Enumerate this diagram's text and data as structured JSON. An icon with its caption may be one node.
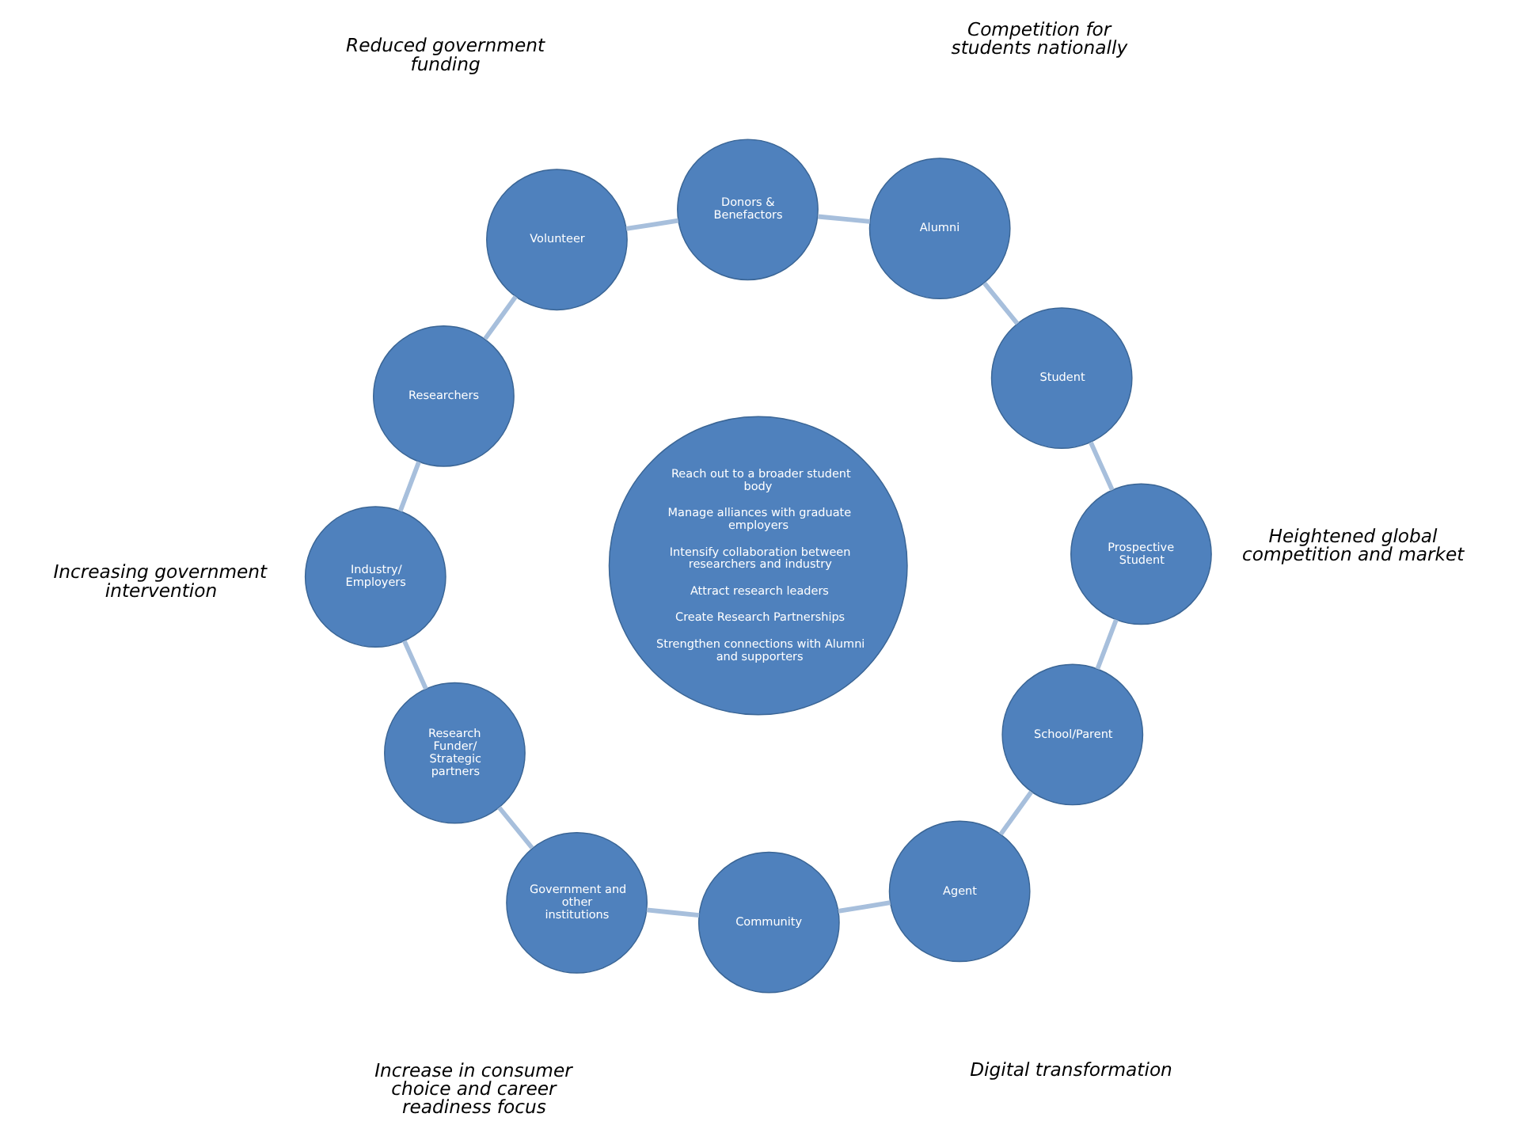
{
  "diagram": {
    "nodes": [
      {
        "text": [
          "Reach out to a broader student body",
          "Manage alliances with graduate employers",
          "Intensify collaboration between researchers and industry",
          "Attract research leaders",
          "Create Research Partnerships",
          "Strengthen connections with Alumni and supporters"
        ]
      },
      {
        "text": [
          "Student"
        ]
      },
      {
        "text": [
          "Alumni"
        ]
      },
      {
        "text": [
          "Donors & Benefactors"
        ]
      },
      {
        "text": [
          "Volunteer"
        ]
      },
      {
        "text": [
          "Researchers"
        ]
      },
      {
        "text": [
          "Industry/ Employers"
        ]
      },
      {
        "text": [
          "Research Funder/ Strategic partners"
        ]
      },
      {
        "text": [
          "Government and other institutions"
        ]
      },
      {
        "text": [
          "Community"
        ]
      },
      {
        "text": [
          "Agent"
        ]
      },
      {
        "text": [
          "School/Parent"
        ]
      },
      {
        "text": [
          "Prospective Student"
        ]
      }
    ],
    "edges": [
      {
        "from": 1,
        "to": 2,
        "arrow": "none"
      },
      {
        "from": 2,
        "to": 3,
        "arrow": "none"
      },
      {
        "from": 3,
        "to": 4,
        "arrow": "none"
      },
      {
        "from": 4,
        "to": 5,
        "arrow": "none"
      },
      {
        "from": 5,
        "to": 6,
        "arrow": "none"
      },
      {
        "from": 6,
        "to": 7,
        "arrow": "none"
      },
      {
        "from": 7,
        "to": 8,
        "arrow": "none"
      },
      {
        "from": 8,
        "to": 9,
        "arrow": "none"
      },
      {
        "from": 9,
        "to": 10,
        "arrow": "none"
      },
      {
        "from": 10,
        "to": 11,
        "arrow": "none"
      },
      {
        "from": 11,
        "to": 12,
        "arrow": "none"
      },
      {
        "from": 12,
        "to": 1,
        "arrow": "none"
      }
    ],
    "labels": [
      "Heightened global competition and market",
      "Competition for students nationally",
      "Digital transformation",
      "Reduced government funding",
      "Increase in consumer choice and career readiness focus",
      "Increasing government intervention"
    ]
  }
}
